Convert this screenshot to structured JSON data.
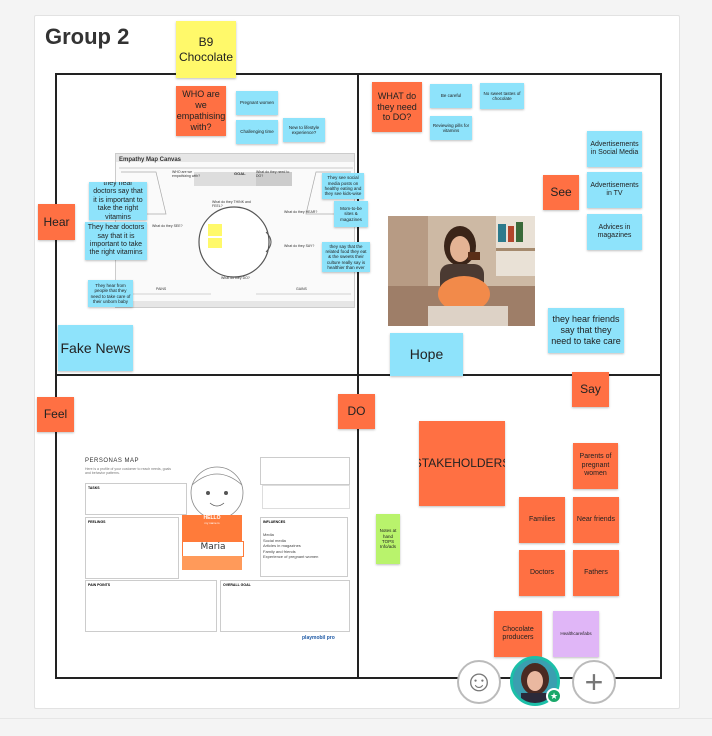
{
  "board": {
    "title": "Group 2"
  },
  "notes": {
    "b9": "B9 Chocolate",
    "who": "WHO are we empathising with?",
    "what": "WHAT do they need to DO?",
    "pregnant": "Pregnant women",
    "challenging": "Challenging time",
    "new_to": "New to lifestyle experience?",
    "be_careful": "Be careful",
    "no_sweet": "No sweet tastes of chocolate",
    "vitamins": "Reviewing pills for vitamins",
    "hear": "Hear",
    "hear1": "they hear doctors say that it is important to take the right vitamins",
    "hear2": "They hear doctors say that it is important to take the right vitamins",
    "hear3": "They hear from people that they need to take care of their unborn baby",
    "fake_news": "Fake News",
    "see": "See",
    "ads_social": "Advertisements in Social Media",
    "ads_tv": "Advertisements in TV",
    "advices": "Advices in magazines",
    "hope": "Hope",
    "friends_care": "they hear friends say that they need to take care",
    "say": "Say",
    "feel": "Feel",
    "do": "DO",
    "stakeholders": "STAKEHOLDERS",
    "parents": "Parents of pregnant women",
    "families": "Families",
    "near_friends": "Near friends",
    "doctors": "Doctors",
    "fathers": "Fathers",
    "choc_producers": "Chocolate producers",
    "healthcare": "Healthcare/labs",
    "green_note": "Notes at hand TOPS Info/ads",
    "right_mid1": "They see social media posts on healthy eating and they see kids-wise",
    "right_mid2": "Mom-to-be sites & magazines",
    "right_mid3": "they say that the related food they eat & the sweets their culture really say is healthier than ever"
  },
  "empathy_map": {
    "title": "Empathy Map Canvas",
    "goal": "GOAL",
    "q1": "WHO are we empathizing with?",
    "q2": "What do they need to DO?",
    "q3": "What do they SEE?",
    "q4": "What do they SAY?",
    "q5": "What do they DO?",
    "q6": "What do they HEAR?",
    "q7": "What do they THINK and FEEL?",
    "pains": "PAINS",
    "gains": "GAINS"
  },
  "persona": {
    "title": "PERSONAS MAP",
    "subtitle": "Here is a profile of your customer to reach needs, goals and behavior patterns.",
    "tasks": "TASKS",
    "feelings": "FEELINGS",
    "influences": "INFLUENCES",
    "pain_points": "PAIN POINTS",
    "overall_goal": "OVERALL GOAL",
    "hello": "HELLO",
    "my_name_is": "my name is",
    "name": "Maria",
    "inf1": "Media",
    "inf2": "Social media",
    "inf3": "Articles in magazines",
    "inf4": "Family and friends",
    "inf5": "Experience of pregnant women",
    "logo": "playmobil pro"
  },
  "toolbar": {
    "emoji_label": "☺",
    "add_label": "+"
  },
  "colors": {
    "orange": "#ff7043",
    "blue": "#8ee3fb",
    "yellow": "#fff96a",
    "green": "#b9f36c",
    "purple": "#e0b6f7"
  }
}
